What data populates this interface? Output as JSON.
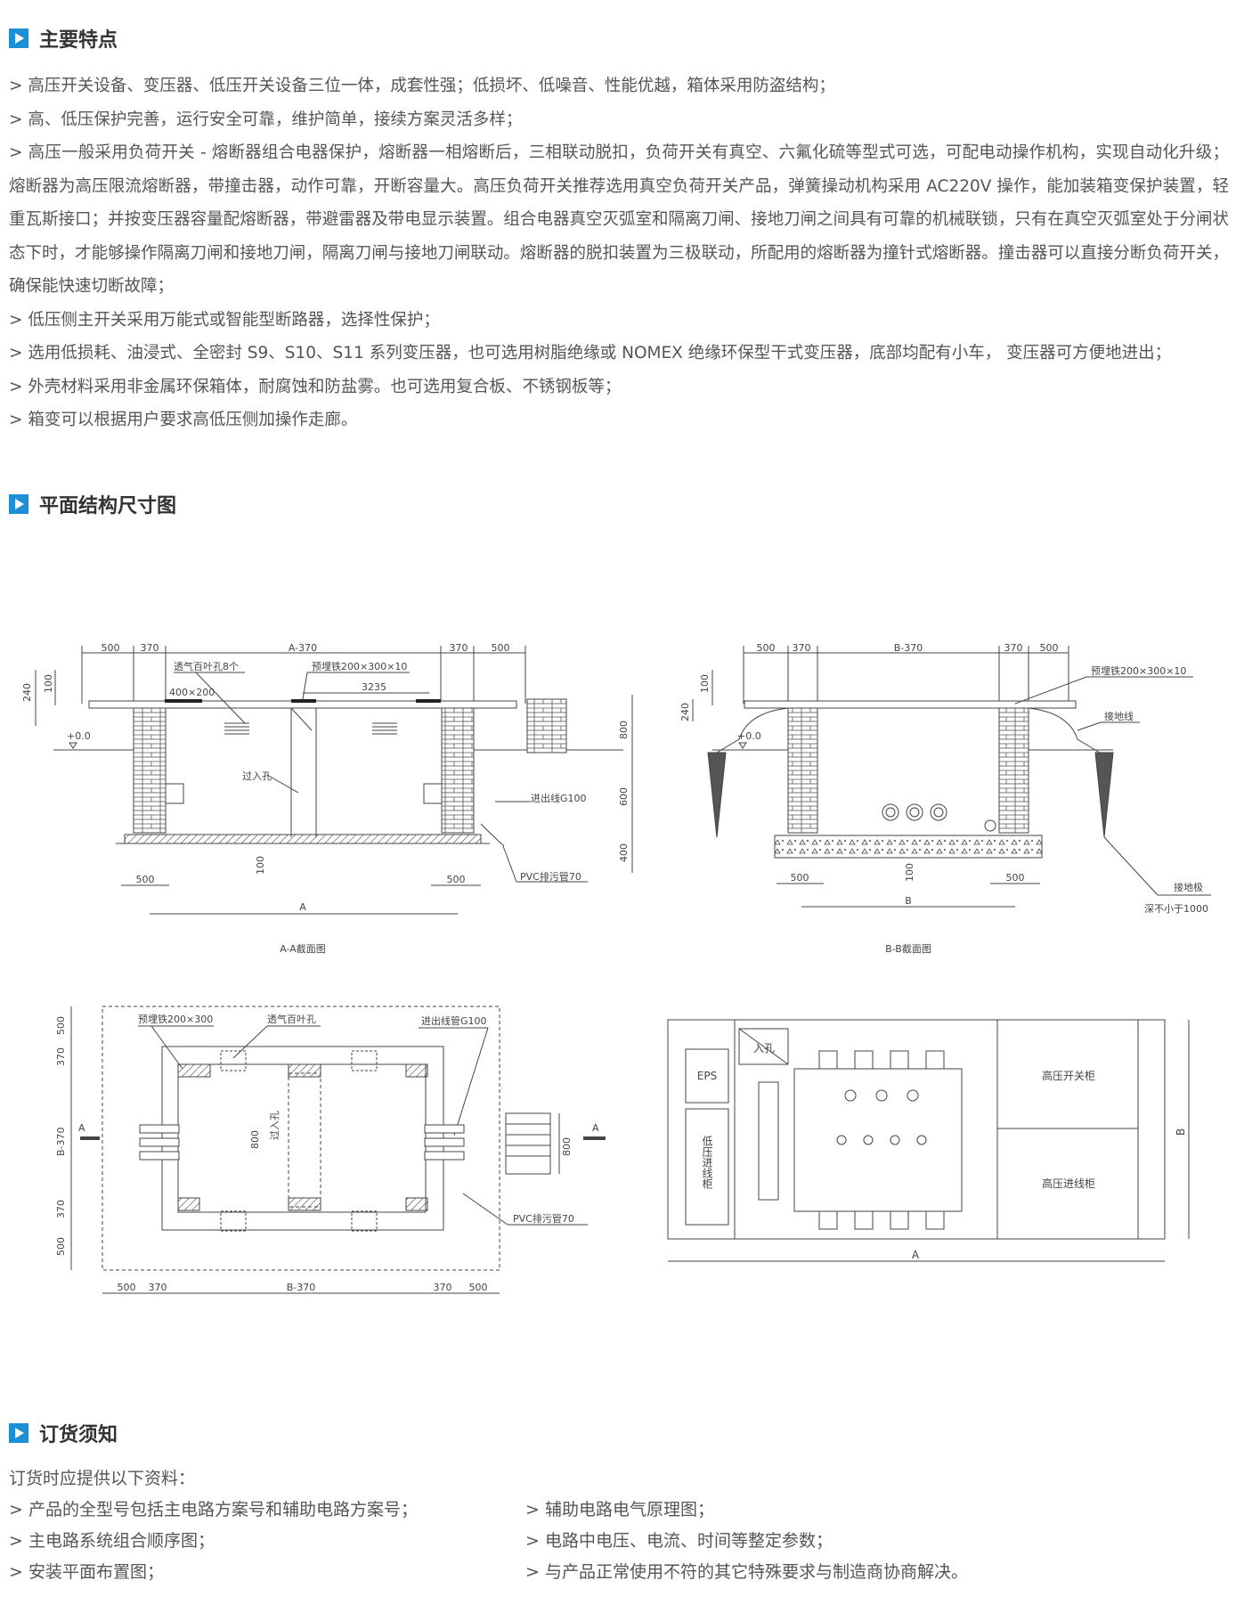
{
  "sections": {
    "features_title": "主要特点",
    "drawing_title": "平面结构尺寸图",
    "order_title": "订货须知"
  },
  "features": [
    "> 高压开关设备、变压器、低压开关设备三位一体，成套性强；低损坏、低噪音、性能优越，箱体采用防盗结构；",
    "> 高、低压保护完善，运行安全可靠，维护简单，接续方案灵活多样；",
    "> 高压一般采用负荷开关 - 熔断器组合电器保护，熔断器一相熔断后，三相联动脱扣，负荷开关有真空、六氟化硫等型式可选，可配电动操作机构，实现自动化升级；熔断器为高压限流熔断器，带撞击器，动作可靠，开断容量大。高压负荷开关推荐选用真空负荷开关产品，弹簧操动机构采用 AC220V 操作，能加装箱变保护装置，轻重瓦斯接口；并按变压器容量配熔断器，带避雷器及带电显示装置。组合电器真空灭弧室和隔离刀闸、接地刀闸之间具有可靠的机械联锁，只有在真空灭弧室处于分闸状态下时，才能够操作隔离刀闸和接地刀闸，隔离刀闸与接地刀闸联动。熔断器的脱扣装置为三极联动，所配用的熔断器为撞针式熔断器。撞击器可以直接分断负荷开关，确保能快速切断故障；",
    "> 低压侧主开关采用万能式或智能型断路器，选择性保护；",
    "> 选用低损耗、油浸式、全密封 S9、S10、S11 系列变压器，也可选用树脂绝缘或 NOMEX 绝缘环保型干式变压器，底部均配有小车， 变压器可方便地进出；",
    "> 外壳材料采用非金属环保箱体，耐腐蚀和防盐雾。也可选用复合板、不锈钢板等；",
    "> 箱变可以根据用户要求高低压侧加操作走廊。"
  ],
  "drawing": {
    "aa": {
      "dims_top": [
        "500",
        "370",
        "A-370",
        "370",
        "500"
      ],
      "label_louver": "透气百叶孔8个",
      "label_embed": "预埋铁200×300×10",
      "dim_3235": "3235",
      "dim_400x200": "400×200",
      "label_zero": "+0.0",
      "label_hole": "过入孔",
      "label_inlet": "进出线G100",
      "label_pvc": "PVC排污管70",
      "dims_left": [
        "240",
        "100"
      ],
      "dims_right": [
        "800",
        "600",
        "400"
      ],
      "dim_100": "100",
      "dims_bottom": [
        "500",
        "500"
      ],
      "dim_A": "A",
      "caption": "A-A截面图"
    },
    "bb": {
      "dims_top": [
        "500",
        "370",
        "B-370",
        "370",
        "500"
      ],
      "label_embed": "预埋铁200×300×10",
      "label_ground_wire": "接地线",
      "label_zero": "+0.0",
      "dims_left": [
        "100",
        "240"
      ],
      "dim_100": "100",
      "dims_bottom": [
        "500",
        "500"
      ],
      "dim_B": "B",
      "label_ground_pole": "接地极",
      "label_depth": "深不小于1000",
      "caption": "B-B截面图"
    },
    "plan": {
      "label_embed": "预埋铁200×300",
      "label_louver": "透气百叶孔",
      "label_inlet": "进出线管G100",
      "label_hole": "过入孔",
      "dim_800_inner": "800",
      "dim_800_steps": "800",
      "label_pvc": "PVC排污管70",
      "dims_left": [
        "500",
        "370",
        "B-370",
        "370",
        "500"
      ],
      "dims_bottom": [
        "500",
        "370",
        "B-370",
        "370",
        "500"
      ],
      "marker_A": "A"
    },
    "layout": {
      "label_eps": "EPS",
      "label_entry": "入孔",
      "label_lv_cabinet": "低压进线柜",
      "label_hv_switch": "高压开关柜",
      "label_hv_inlet": "高压进线柜",
      "dim_A": "A",
      "dim_B": "B"
    }
  },
  "order": {
    "intro": "订货时应提供以下资料：",
    "left": [
      "> 产品的全型号包括主电路方案号和辅助电路方案号；",
      "> 主电路系统组合顺序图；",
      "> 安装平面布置图；"
    ],
    "right": [
      "> 辅助电路电气原理图；",
      "> 电路中电压、电流、时间等整定参数；",
      "> 与产品正常使用不符的其它特殊要求与制造商协商解决。"
    ]
  },
  "colors": {
    "accent": "#1c8fd6",
    "text": "#555555",
    "heading": "#333333",
    "line": "#444444"
  }
}
